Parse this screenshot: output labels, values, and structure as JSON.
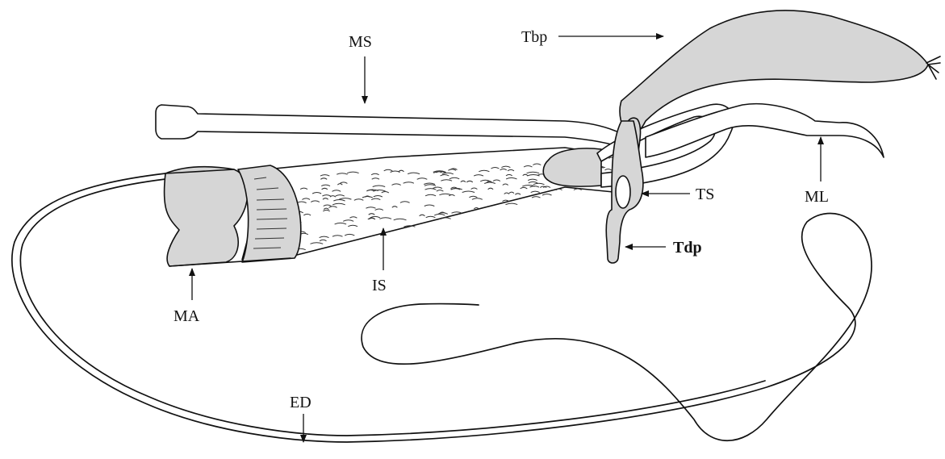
{
  "labels": {
    "ms": "MS",
    "tbp": "Tbp",
    "ts": "TS",
    "ml": "ML",
    "tdp": "Tdp",
    "is": "IS",
    "ma": "MA",
    "ed": "ED"
  },
  "colors": {
    "stroke": "#111111",
    "fill_gray": "#d6d6d6",
    "background": "#ffffff"
  }
}
